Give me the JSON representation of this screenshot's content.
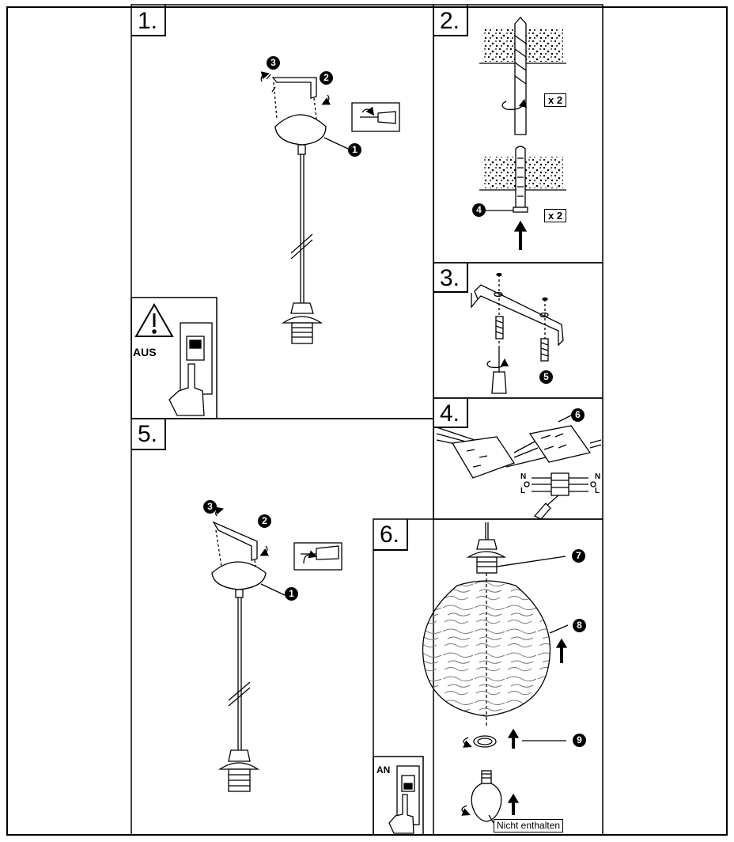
{
  "steps": [
    {
      "number": "1."
    },
    {
      "number": "2."
    },
    {
      "number": "3."
    },
    {
      "number": "4."
    },
    {
      "number": "5."
    },
    {
      "number": "6."
    }
  ],
  "callouts": [
    "1",
    "2",
    "3",
    "4",
    "5",
    "6",
    "7",
    "8",
    "9"
  ],
  "labels": {
    "power_off": "AUS",
    "power_on": "AN",
    "multiplier_drill": "x 2",
    "multiplier_dowel": "x 2",
    "not_included": "Nicht enthalten",
    "wire_n_left": "N",
    "wire_n_right": "N",
    "wire_l_left": "L",
    "wire_l_right": "L"
  },
  "icons": [
    "warning-icon",
    "wall-switch-icon",
    "hand-icon",
    "screwdriver-icon",
    "rotate-arrow-icon",
    "drill-bit-icon",
    "dowel-icon",
    "mounting-bracket-icon",
    "screw-icon",
    "terminal-block-icon",
    "ground-symbol-icon",
    "lamp-socket-icon",
    "glass-globe-icon",
    "socket-ring-icon",
    "light-bulb-icon",
    "up-arrow-icon"
  ]
}
